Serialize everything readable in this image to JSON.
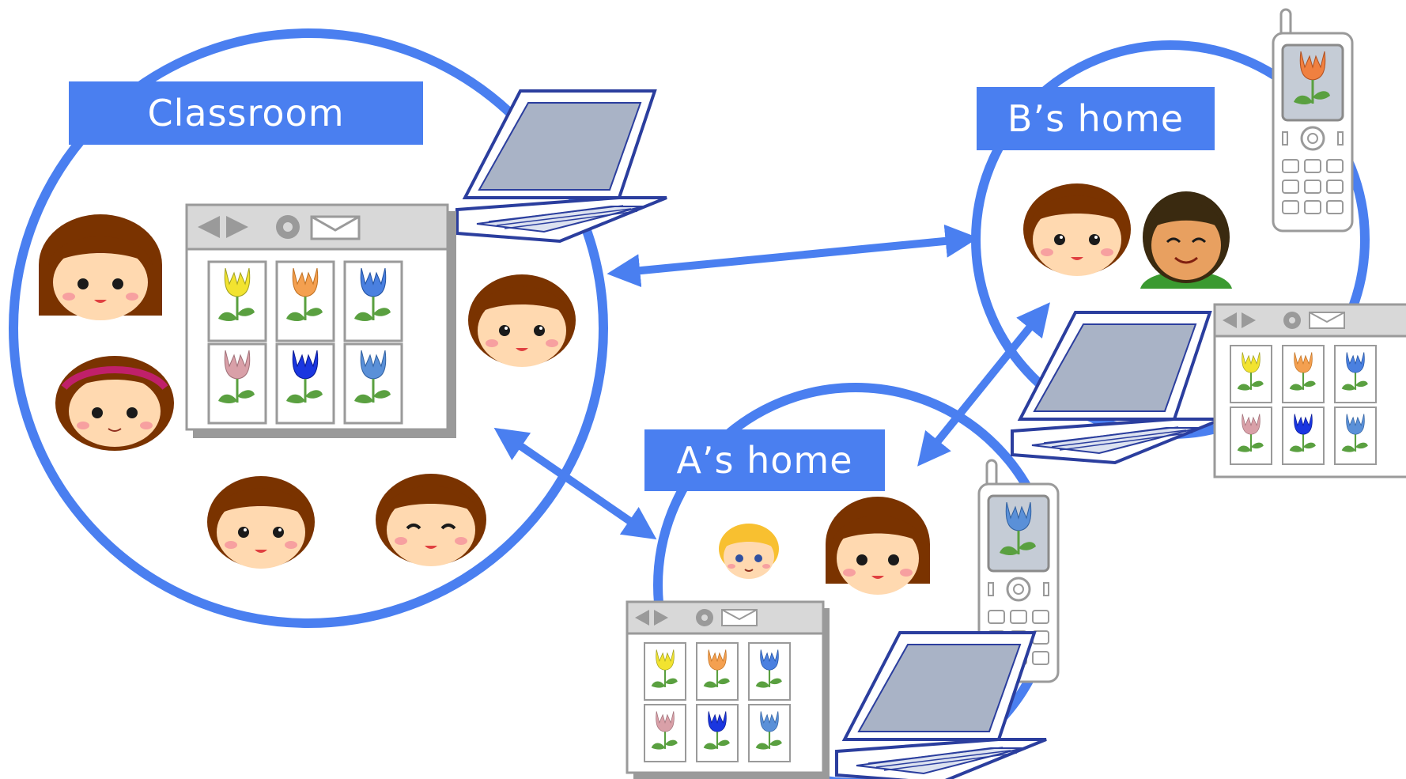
{
  "labels": {
    "classroom": "Classroom",
    "b_home": "B’s home",
    "a_home": "A’s home"
  },
  "colors": {
    "accent": "#4a7ff0",
    "label_text": "#ffffff",
    "device_frame": "#2b3e9e",
    "screen": "#a9b3c6",
    "window_frame": "#9a9a9a"
  },
  "tulip_colors": [
    "#f2e330",
    "#f4a050",
    "#4a80e0",
    "#d9a0a8",
    "#1a36e0",
    "#5a90d8"
  ],
  "icons": [
    "laptop-icon",
    "mobile-phone-icon",
    "browser-window-icon",
    "child-face-icon",
    "adult-icon",
    "tulip-icon",
    "bidirectional-arrow-icon"
  ]
}
